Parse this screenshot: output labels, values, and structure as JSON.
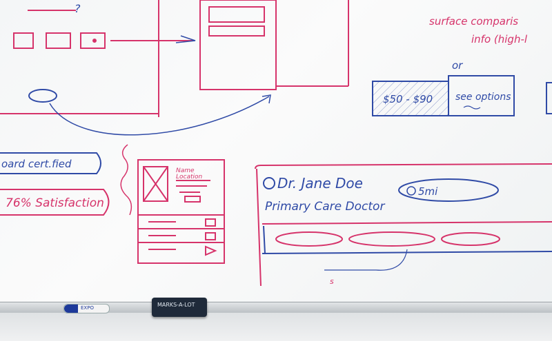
{
  "whiteboard": {
    "top_right_note": [
      "surface comparis",
      "info (high-l"
    ],
    "or_label": "or",
    "price_range": "$50 - $90",
    "see_options": "see options",
    "board_certified": "oard cert.fied",
    "satisfaction": "76% Satisfaction",
    "profile_card_labels": [
      "Name",
      "Location"
    ],
    "doctor_name": "Dr. Jane Doe",
    "doctor_role": "Primary Care Doctor",
    "distance": "5mi",
    "distance_icon": "target-icon",
    "question_mark": "?",
    "s_mark": "s"
  },
  "tray": {
    "marker_label": "EXPO",
    "eraser_label": "MARKS-A-LOT"
  },
  "colors": {
    "red_marker": "#d6336a",
    "blue_marker": "#2f4aa6",
    "tray": "#cfd3d6",
    "eraser": "#1f2a3a"
  }
}
